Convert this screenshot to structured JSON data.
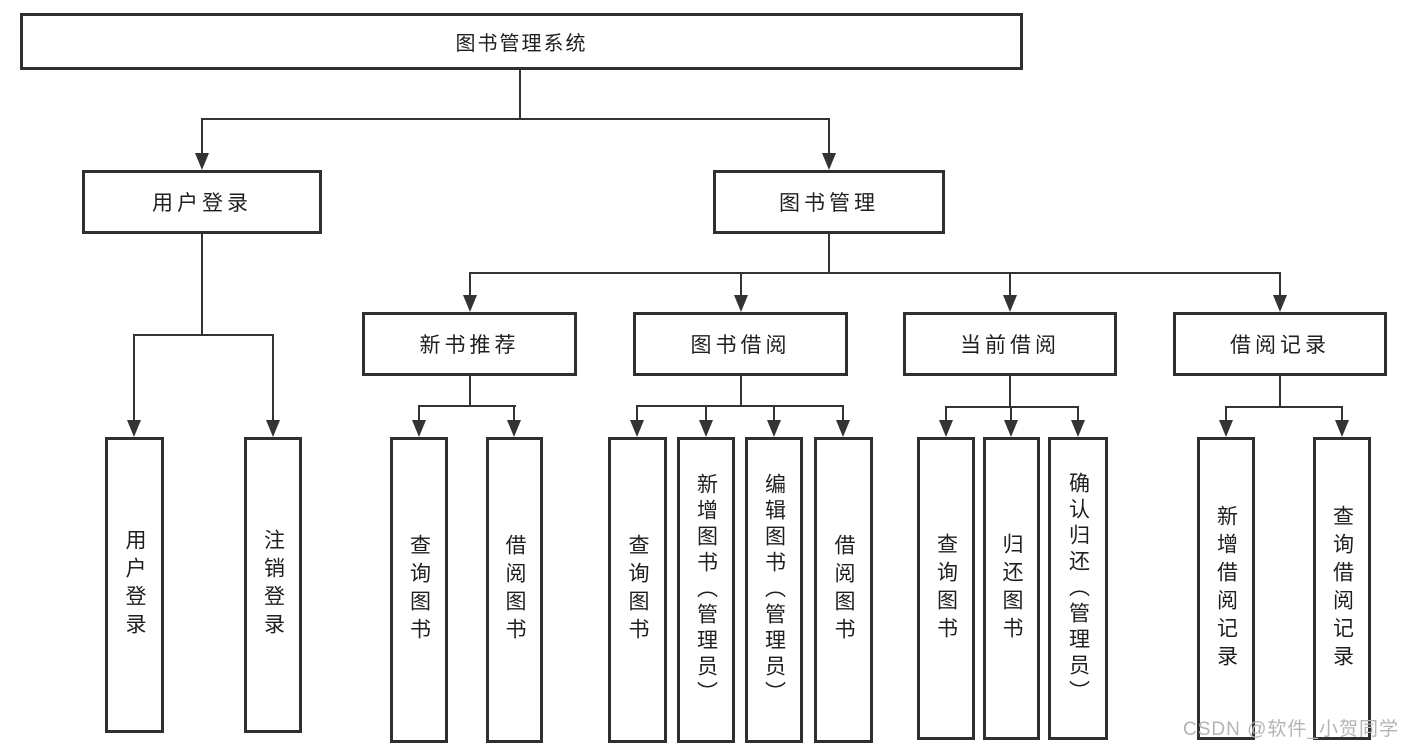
{
  "colors": {
    "line": "#333333",
    "box_border": "#2f2f2f",
    "text": "#1f1f1f",
    "background": "#ffffff",
    "watermark": "#b4b4b4"
  },
  "watermark": {
    "text": "CSDN @软件_小贺同学"
  },
  "diagram": {
    "type": "tree",
    "root": {
      "label": "图书管理系统"
    },
    "branches": [
      {
        "label": "用户登录",
        "children": [
          {
            "label": "用户登录"
          },
          {
            "label": "注销登录"
          }
        ]
      },
      {
        "label": "图书管理",
        "children": [
          {
            "label": "新书推荐",
            "children": [
              {
                "label": "查询图书"
              },
              {
                "label": "借阅图书"
              }
            ]
          },
          {
            "label": "图书借阅",
            "children": [
              {
                "label": "查询图书"
              },
              {
                "label": "新增图书（管理员）"
              },
              {
                "label": "编辑图书（管理员）"
              },
              {
                "label": "借阅图书"
              }
            ]
          },
          {
            "label": "当前借阅",
            "children": [
              {
                "label": "查询图书"
              },
              {
                "label": "归还图书"
              },
              {
                "label": "确认归还（管理员）"
              }
            ]
          },
          {
            "label": "借阅记录",
            "children": [
              {
                "label": "新增借阅记录"
              },
              {
                "label": "查询借阅记录"
              }
            ]
          }
        ]
      }
    ]
  }
}
